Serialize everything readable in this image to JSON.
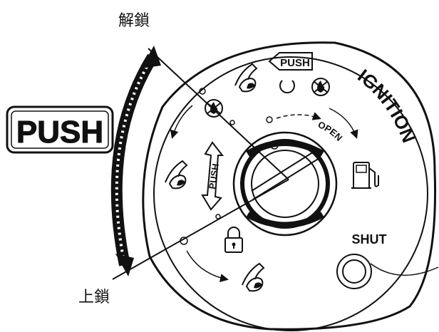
{
  "labels": {
    "unlock": "解鎖",
    "lock": "上鎖",
    "push_big": "PUSH",
    "push_top": "PUSH",
    "push_side": "PUSH",
    "ignition": "IGNITION",
    "open": "OPEN",
    "shut": "SHUT"
  },
  "icons": [
    "key-hand-icon",
    "push-arrow-icon",
    "ring-icon",
    "no-fire-icon",
    "fuel-pump-icon",
    "padlock-icon",
    "shut-button-icon",
    "curved-arrow-icon",
    "double-arrow-icon"
  ],
  "colors": {
    "ink": "#111111",
    "background": "#ffffff"
  }
}
